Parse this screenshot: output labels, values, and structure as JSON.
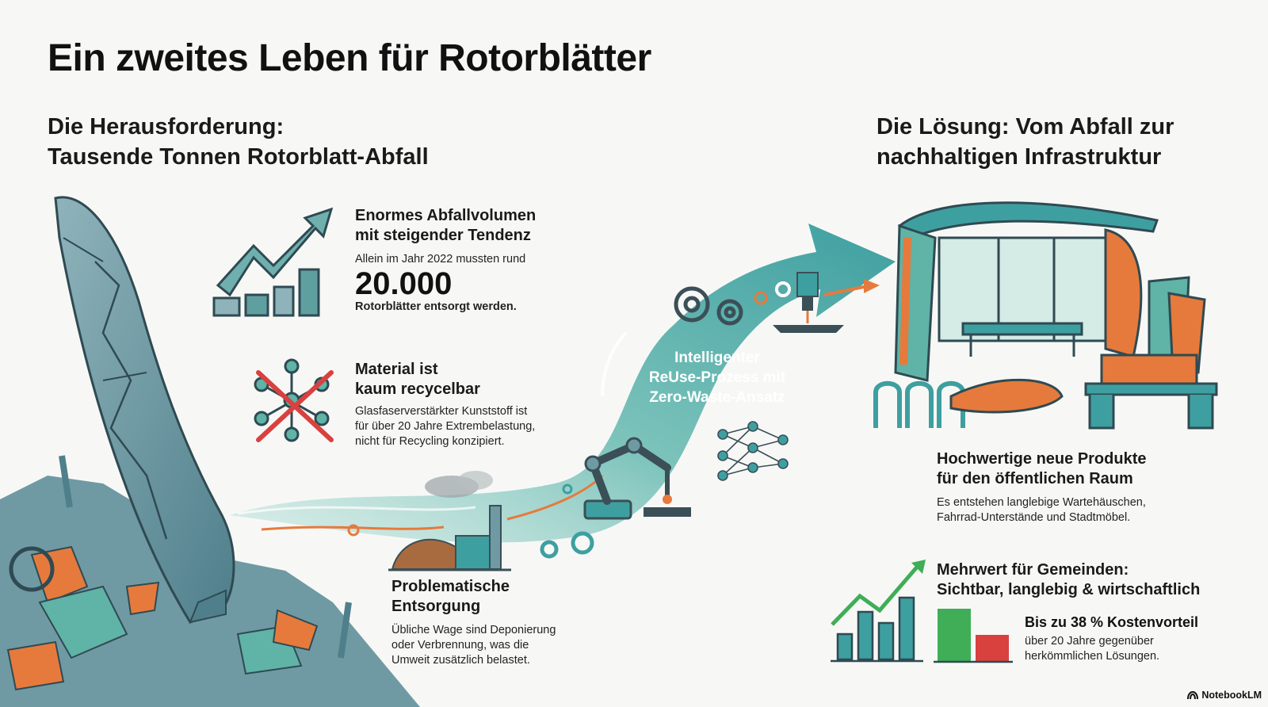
{
  "title": "Ein zweites Leben für Rotorblätter",
  "challenge": {
    "heading": [
      "Die Herausforderung:",
      "Tausende Tonnen Rotorblatt-Abfall"
    ],
    "volume": {
      "title": [
        "Enormes Abfallvolumen",
        "mit steigender Tendenz"
      ],
      "intro": "Allein im Jahr 2022 mussten rund",
      "number": "20.000",
      "outro": "Rotorblätter entsorgt werden."
    },
    "material": {
      "title": [
        "Material ist",
        "kaum recycelbar"
      ],
      "text": [
        "Glasfaserverstärkter Kunststoff ist",
        "für über 20 Jahre Extrembelastung,",
        "nicht für Recycling konzipiert."
      ]
    },
    "disposal": {
      "title": [
        "Problematische",
        "Entsorgung"
      ],
      "text": [
        "Übliche Wage sind Deponierung",
        "oder Verbrennung, was die",
        "Umweit zusätzlich belastet."
      ]
    }
  },
  "process": {
    "label": [
      "Intelligenter",
      "ReUse-Prozess mit",
      "Zero-Waste-Ansatz"
    ]
  },
  "solution": {
    "heading": [
      "Die Lösung: Vom Abfall zur",
      "nachhaltigen Infrastruktur"
    ],
    "products": {
      "title": [
        "Hochwertige neue Produkte",
        "für den öffentlichen Raum"
      ],
      "text": [
        "Es entstehen langlebige Wartehäuschen,",
        "Fahrrad-Unterstände und Stadtmöbel."
      ]
    },
    "value": {
      "title": [
        "Mehrwert für Gemeinden:",
        "Sichtbar, langlebig & wirtschaftlich"
      ],
      "highlight": "Bis zu 38 % Kostenvorteil",
      "text": [
        "über 20 Jahre gegenüber",
        "herkömmlichen Lösungen."
      ]
    }
  },
  "brand": "NotebookLM",
  "colors": {
    "teal": "#3e9fa0",
    "teal_light": "#8ccfc6",
    "slate": "#6f9aa4",
    "orange": "#e67a3c",
    "red": "#d9413f",
    "green": "#3fae57"
  }
}
